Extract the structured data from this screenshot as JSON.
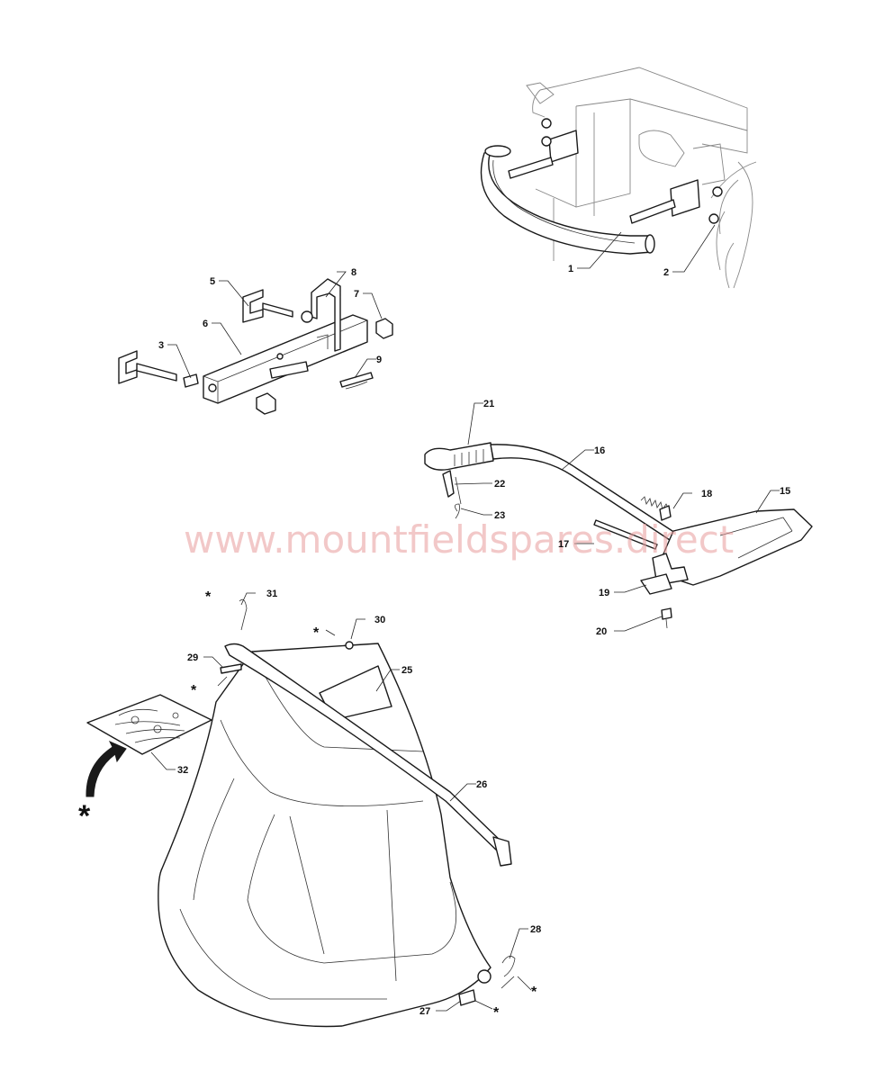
{
  "watermark": "www.mountfieldspares.direct",
  "callouts": [
    {
      "id": "c1",
      "label": "1"
    },
    {
      "id": "c2",
      "label": "2"
    },
    {
      "id": "c3",
      "label": "3"
    },
    {
      "id": "c5",
      "label": "5"
    },
    {
      "id": "c6",
      "label": "6"
    },
    {
      "id": "c7",
      "label": "7"
    },
    {
      "id": "c8",
      "label": "8"
    },
    {
      "id": "c9",
      "label": "9"
    },
    {
      "id": "c15",
      "label": "15"
    },
    {
      "id": "c16",
      "label": "16"
    },
    {
      "id": "c17",
      "label": "17"
    },
    {
      "id": "c18",
      "label": "18"
    },
    {
      "id": "c19",
      "label": "19"
    },
    {
      "id": "c20",
      "label": "20"
    },
    {
      "id": "c21",
      "label": "21"
    },
    {
      "id": "c22",
      "label": "22"
    },
    {
      "id": "c23",
      "label": "23"
    },
    {
      "id": "c25",
      "label": "25"
    },
    {
      "id": "c26",
      "label": "26"
    },
    {
      "id": "c27",
      "label": "27"
    },
    {
      "id": "c28",
      "label": "28"
    },
    {
      "id": "c29",
      "label": "29"
    },
    {
      "id": "c30",
      "label": "30"
    },
    {
      "id": "c31",
      "label": "31"
    },
    {
      "id": "c32",
      "label": "32"
    }
  ],
  "kit_marker": "*"
}
